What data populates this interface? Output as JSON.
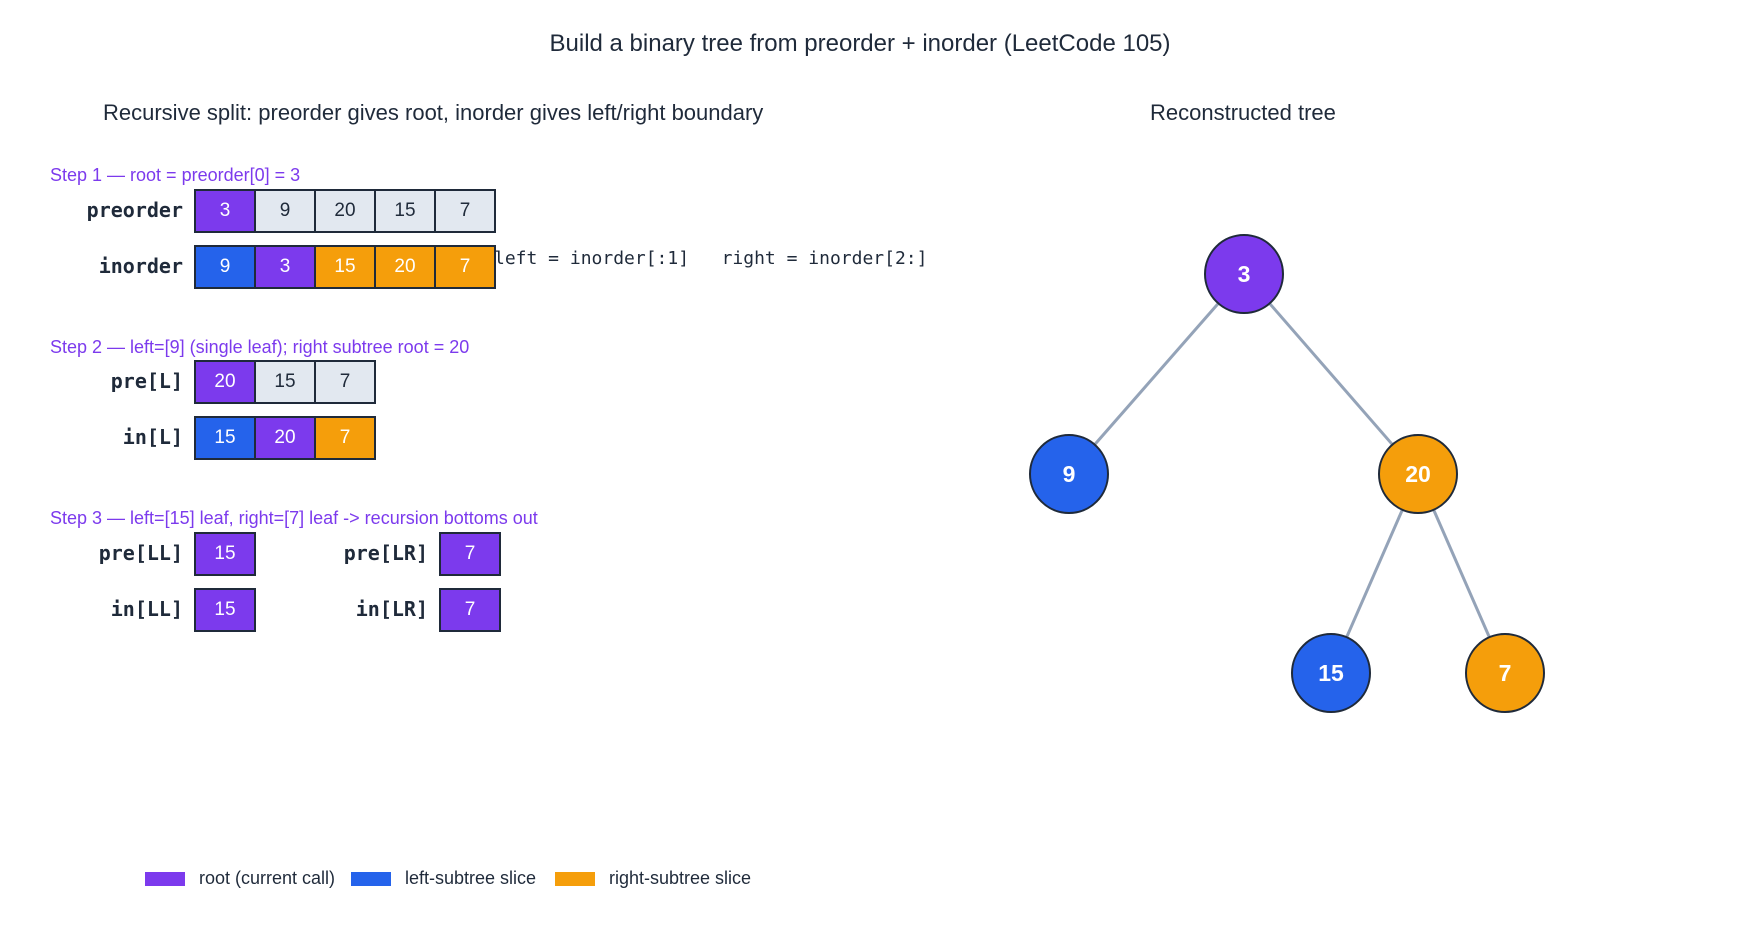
{
  "title": "Build a binary tree from preorder + inorder (LeetCode 105)",
  "left_panel": {
    "title": "Recursive split: preorder gives root, inorder gives left/right boundary"
  },
  "right_panel": {
    "title": "Reconstructed tree"
  },
  "colors": {
    "root": "#7c3aed",
    "left": "#2563eb",
    "right": "#f59e0b",
    "other": "#e2e8f0",
    "edge": "#94a3b8",
    "step_text": "#7c3aed"
  },
  "steps": [
    {
      "label": "Step 1 — root = preorder[0] = 3",
      "rows": [
        {
          "label": "preorder",
          "cells": [
            {
              "value": "3",
              "role": "root"
            },
            {
              "value": "9",
              "role": "other"
            },
            {
              "value": "20",
              "role": "other"
            },
            {
              "value": "15",
              "role": "other"
            },
            {
              "value": "7",
              "role": "other"
            }
          ]
        },
        {
          "label": "inorder",
          "cells": [
            {
              "value": "9",
              "role": "left"
            },
            {
              "value": "3",
              "role": "root"
            },
            {
              "value": "15",
              "role": "right"
            },
            {
              "value": "20",
              "role": "right"
            },
            {
              "value": "7",
              "role": "right"
            }
          ]
        }
      ],
      "note": "left = inorder[:1]   right = inorder[2:]"
    },
    {
      "label": "Step 2 — left=[9] (single leaf); right subtree root = 20",
      "rows": [
        {
          "label": "pre[L]",
          "cells": [
            {
              "value": "20",
              "role": "root"
            },
            {
              "value": "15",
              "role": "other"
            },
            {
              "value": "7",
              "role": "other"
            }
          ]
        },
        {
          "label": "in[L]",
          "cells": [
            {
              "value": "15",
              "role": "left"
            },
            {
              "value": "20",
              "role": "root"
            },
            {
              "value": "7",
              "role": "right"
            }
          ]
        }
      ]
    },
    {
      "label": "Step 3 — left=[15] leaf, right=[7] leaf -> recursion bottoms out",
      "groups": [
        {
          "rows": [
            {
              "label": "pre[LL]",
              "cells": [
                {
                  "value": "15",
                  "role": "root"
                }
              ]
            },
            {
              "label": "in[LL]",
              "cells": [
                {
                  "value": "15",
                  "role": "root"
                }
              ]
            }
          ]
        },
        {
          "rows": [
            {
              "label": "pre[LR]",
              "cells": [
                {
                  "value": "7",
                  "role": "root"
                }
              ]
            },
            {
              "label": "in[LR]",
              "cells": [
                {
                  "value": "7",
                  "role": "root"
                }
              ]
            }
          ]
        }
      ]
    }
  ],
  "tree": {
    "nodes": [
      {
        "id": "n3",
        "value": "3",
        "role": "root"
      },
      {
        "id": "n9",
        "value": "9",
        "role": "left"
      },
      {
        "id": "n20",
        "value": "20",
        "role": "right"
      },
      {
        "id": "n15",
        "value": "15",
        "role": "left"
      },
      {
        "id": "n7",
        "value": "7",
        "role": "right"
      }
    ],
    "edges": [
      [
        "n3",
        "n9"
      ],
      [
        "n3",
        "n20"
      ],
      [
        "n20",
        "n15"
      ],
      [
        "n20",
        "n7"
      ]
    ]
  },
  "legend": [
    {
      "label": "root (current call)",
      "role": "root"
    },
    {
      "label": "left-subtree slice",
      "role": "left"
    },
    {
      "label": "right-subtree slice",
      "role": "right"
    }
  ]
}
